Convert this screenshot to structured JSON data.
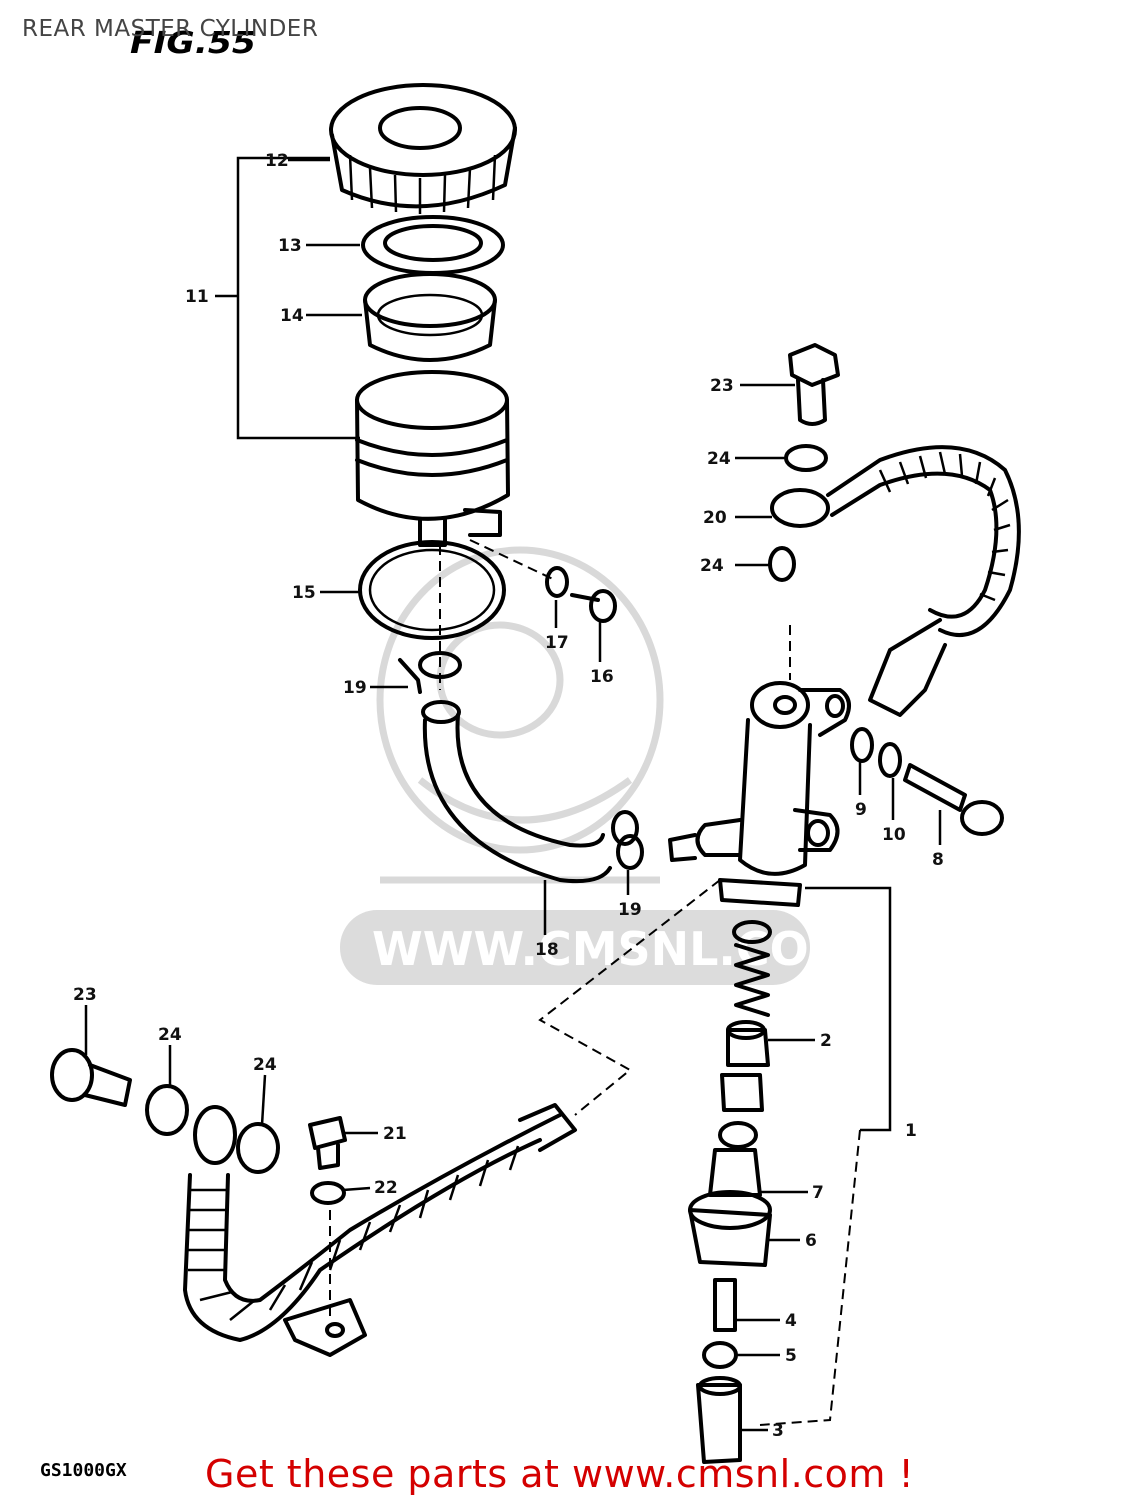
{
  "header": {
    "title": "REAR MASTER CYLINDER",
    "figure": "FIG.55"
  },
  "watermark": {
    "site": "WWW.CMSNL.COM"
  },
  "footer": {
    "model": "GS1000GX",
    "cta": "Get these parts at www.cmsnl.com !"
  },
  "callouts": {
    "n1": "1",
    "n2": "2",
    "n3": "3",
    "n4": "4",
    "n5": "5",
    "n6": "6",
    "n7": "7",
    "n8": "8",
    "n9": "9",
    "n10": "10",
    "n11": "11",
    "n12": "12",
    "n13": "13",
    "n14": "14",
    "n15": "15",
    "n16": "16",
    "n17": "17",
    "n18": "18",
    "n19a": "19",
    "n19b": "19",
    "n20": "20",
    "n21": "21",
    "n22": "22",
    "n23a": "23",
    "n23b": "23",
    "n24a": "24",
    "n24b": "24",
    "n24c": "24",
    "n24d": "24"
  }
}
